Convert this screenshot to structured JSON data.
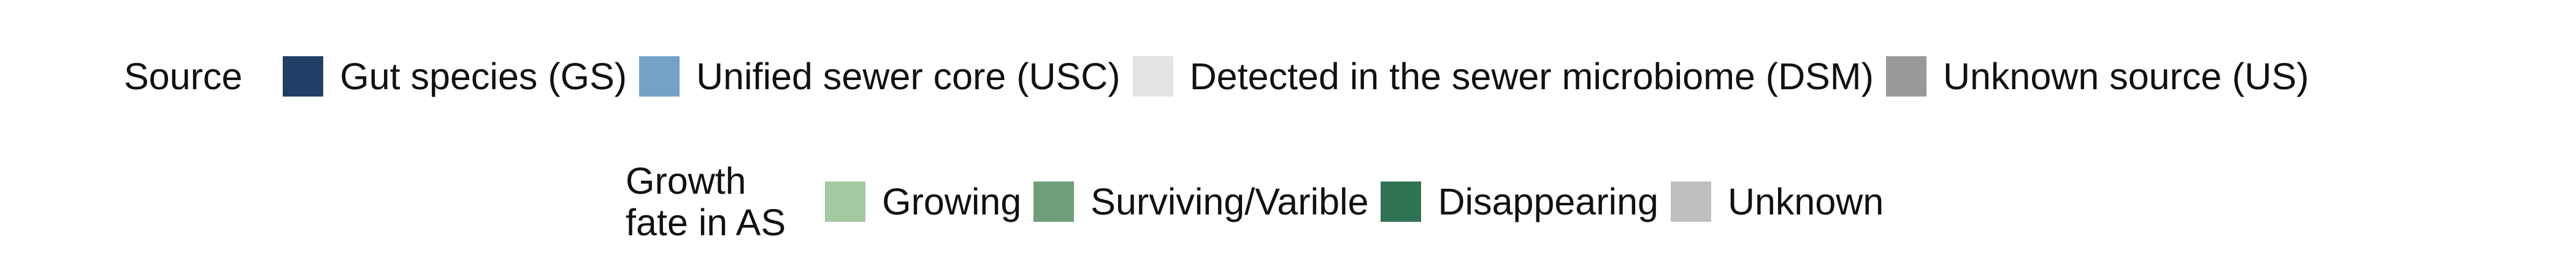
{
  "chart_data": {
    "type": "legend",
    "legends": [
      {
        "title": "Source",
        "items": [
          {
            "label": "Gut species (GS)",
            "color": "#1f3f66"
          },
          {
            "label": "Unified sewer core (USC)",
            "color": "#74a1c6"
          },
          {
            "label": "Detected in the sewer microbiome (DSM)",
            "color": "#e3e3e3"
          },
          {
            "label": "Unknown source (US)",
            "color": "#999999"
          }
        ]
      },
      {
        "title": "Growth\nfate in AS",
        "items": [
          {
            "label": "Growing",
            "color": "#a4c8a2"
          },
          {
            "label": "Surviving/Varible",
            "color": "#6e9f78"
          },
          {
            "label": "Disappearing",
            "color": "#2f7252"
          },
          {
            "label": "Unknown",
            "color": "#bfbfbf"
          }
        ]
      }
    ]
  }
}
